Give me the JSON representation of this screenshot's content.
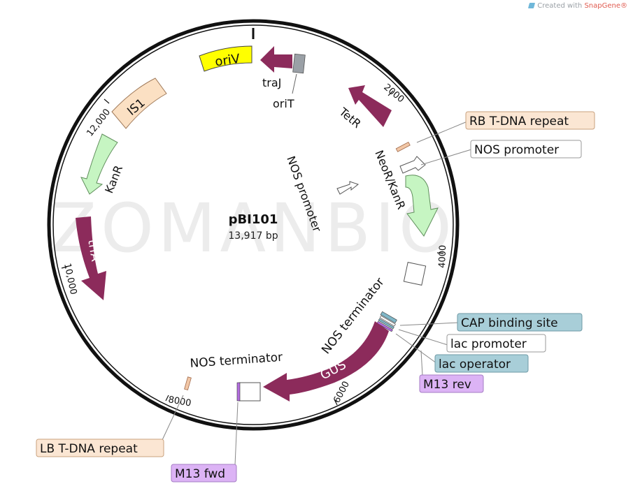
{
  "credit": {
    "prefix": "Created with",
    "brand": "SnapGene®"
  },
  "watermark": "ZOMANBIO",
  "plasmid": {
    "name": "pBI101",
    "size": "13,917 bp"
  },
  "ticks": [
    "2000",
    "4000",
    "6000",
    "8000",
    "10,000",
    "12,000"
  ],
  "features": {
    "oriV": "oriV",
    "traJ": "traJ",
    "oriT": "oriT",
    "TetR": "TetR",
    "IS1": "IS1",
    "KanR_outer": "KanR",
    "trfA": "trfA",
    "NeoR_KanR": "NeoR/KanR",
    "NOS_promoter_inner": "NOS promoter",
    "NOS_terminator_a": "NOS terminator",
    "NOS_terminator_b": "NOS terminator",
    "GUS": "GUS"
  },
  "callouts": {
    "rb_tdna": "RB T-DNA repeat",
    "nos_promoter": "NOS promoter",
    "cap_site": "CAP binding site",
    "lac_promoter": "lac promoter",
    "lac_operator": "lac operator",
    "m13_rev": "M13 rev",
    "lb_tdna": "LB T-DNA repeat",
    "m13_fwd": "M13 fwd"
  },
  "colors": {
    "backbone": "#111111",
    "maroon": "#8c2b5b",
    "oriV": "#ffff00",
    "IS1": "#fbe0c3",
    "KanR": "#c6f5c2",
    "callout_peach": "#fbe6d3",
    "callout_blue": "#a8ced8",
    "callout_violet": "#dcb3f5"
  }
}
